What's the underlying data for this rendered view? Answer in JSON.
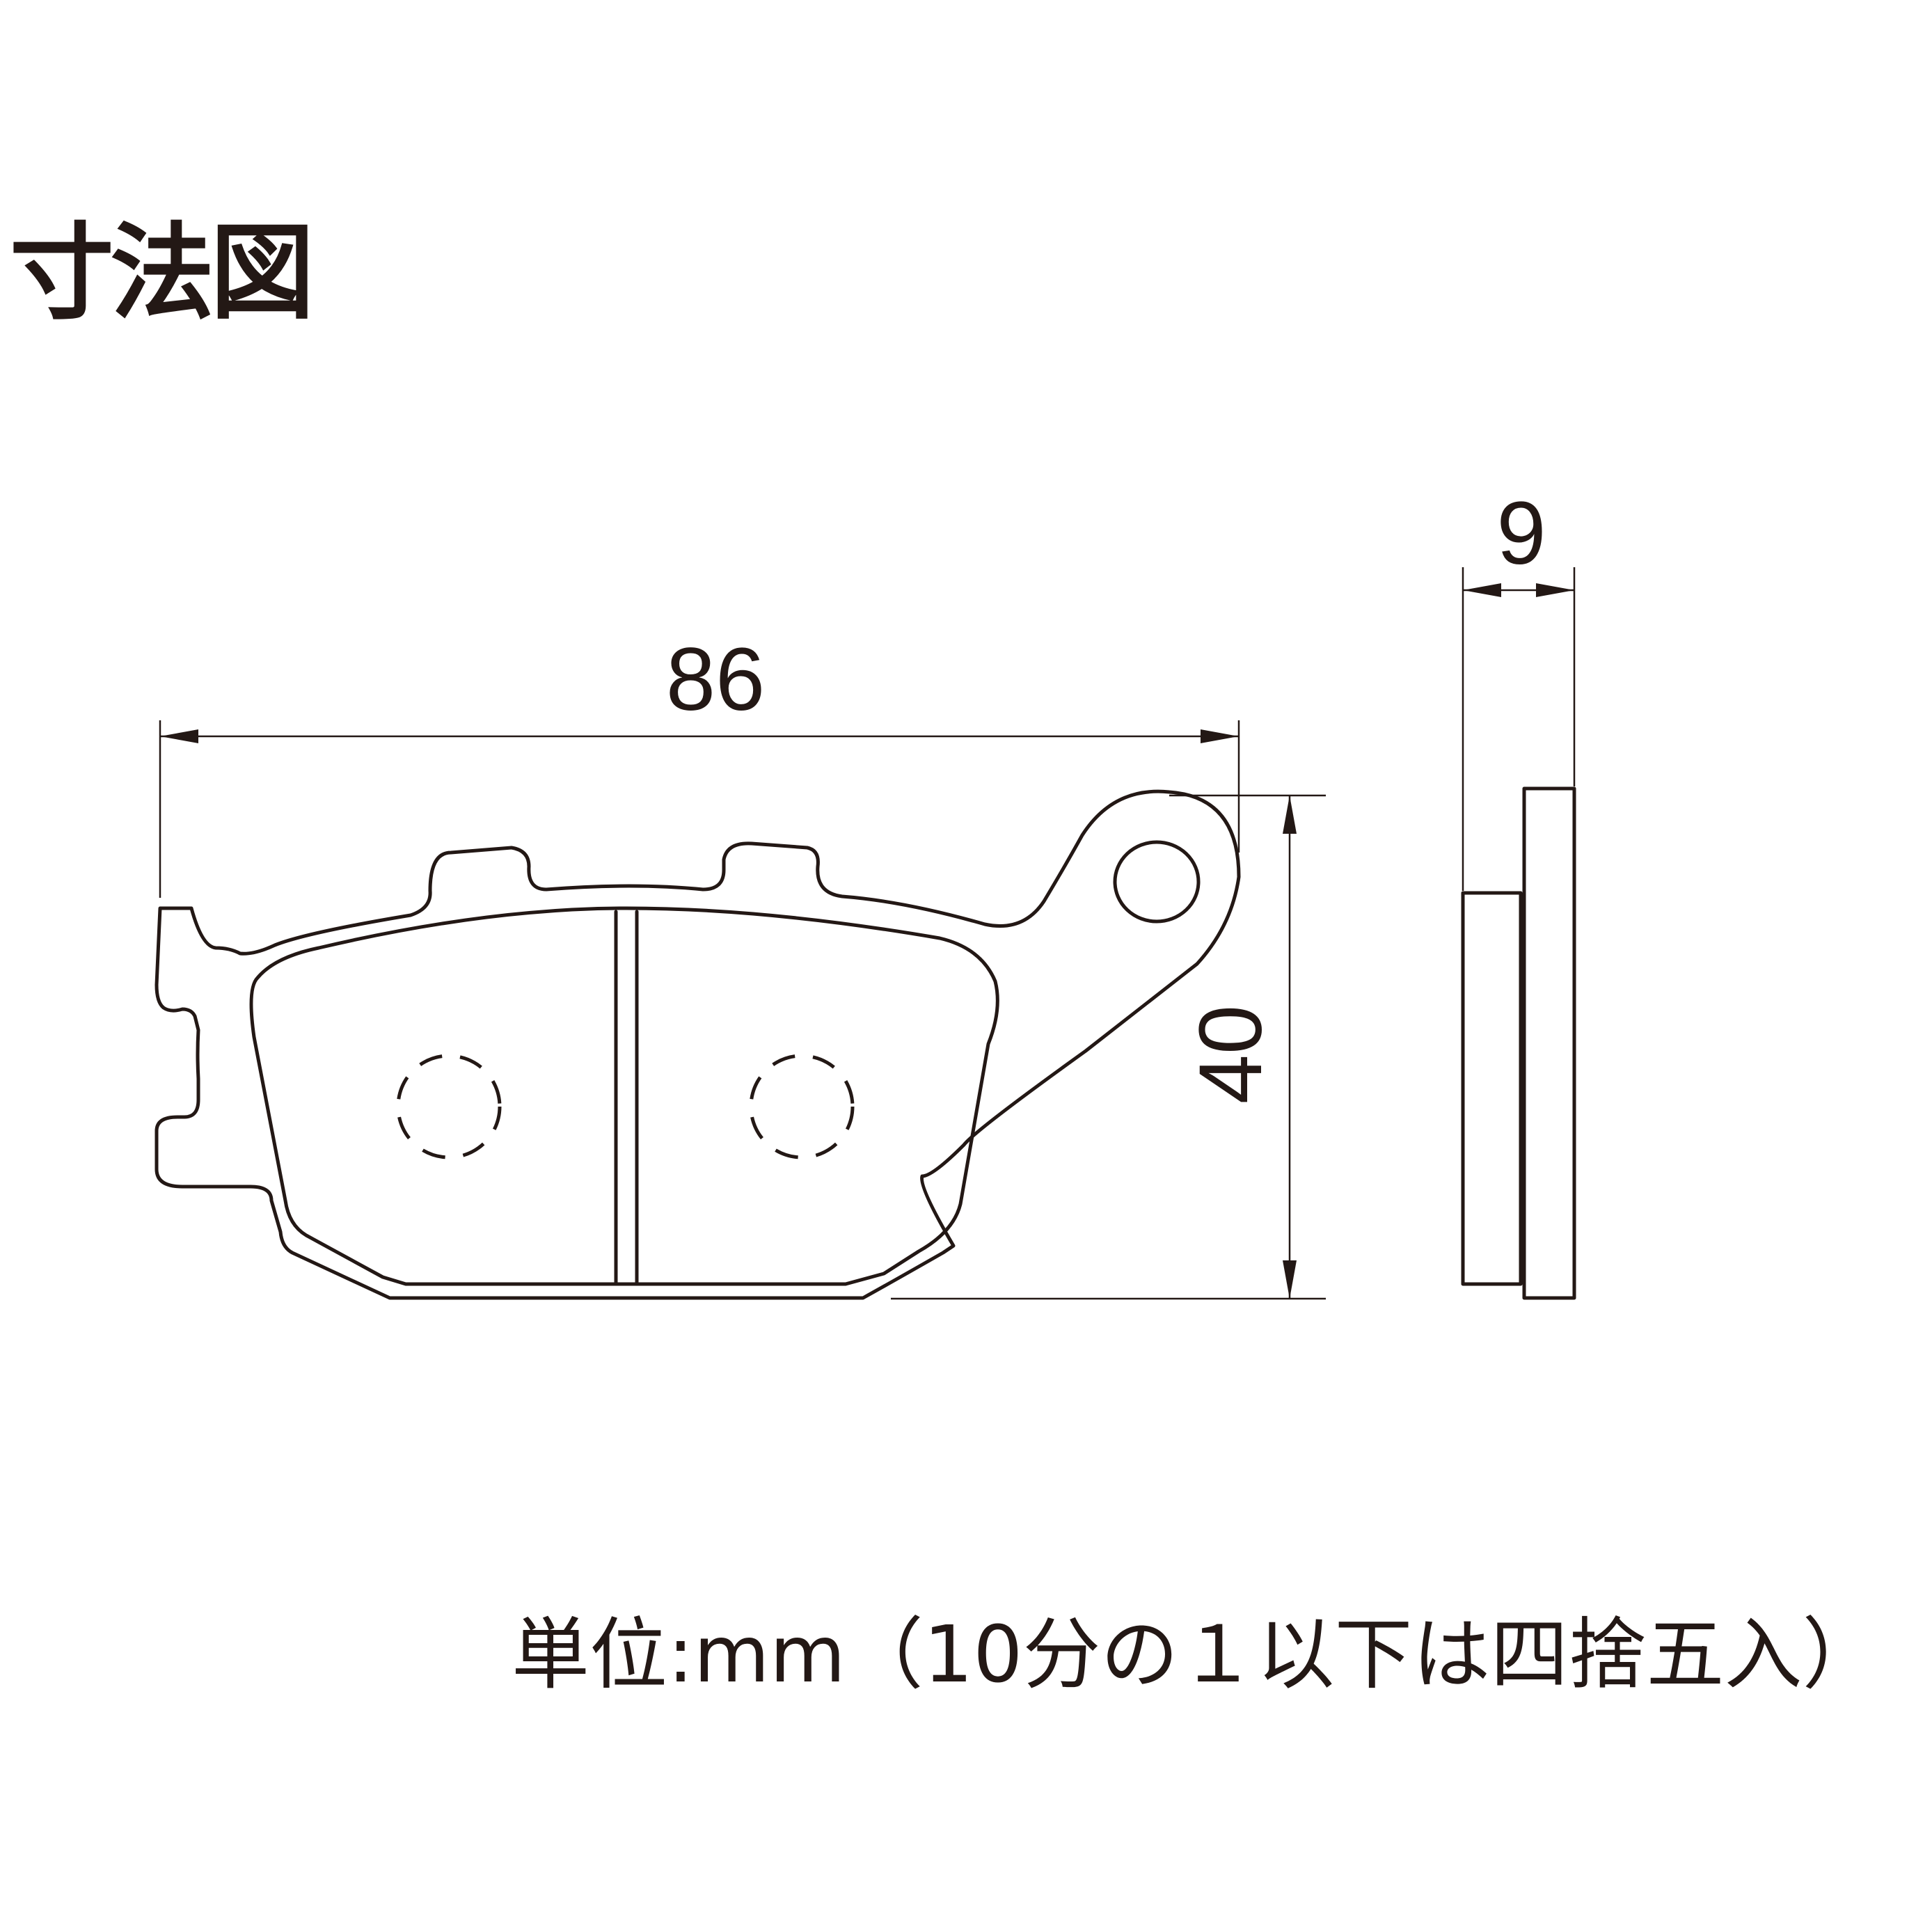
{
  "title": "寸法図",
  "dimensions": {
    "width": "86",
    "height": "40",
    "thickness": "9"
  },
  "footnote": "単位:mm（10分の１以下は四捨五入）",
  "colors": {
    "line": "#231815",
    "background": "#ffffff"
  }
}
